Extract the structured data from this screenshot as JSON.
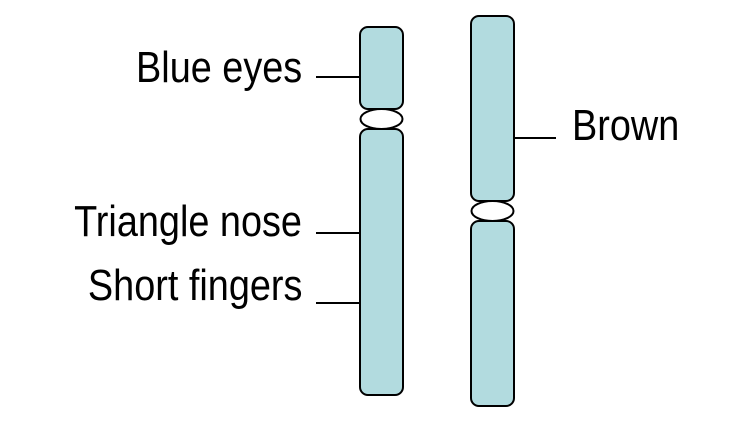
{
  "labels": {
    "blue_eyes": "Blue eyes",
    "triangle_nose": "Triangle nose",
    "short_fingers": "Short fingers",
    "brown": "Brown"
  },
  "colors": {
    "chromosome_fill": "#b2dbdf",
    "outline": "#000000",
    "centromere_fill": "#ffffff"
  }
}
